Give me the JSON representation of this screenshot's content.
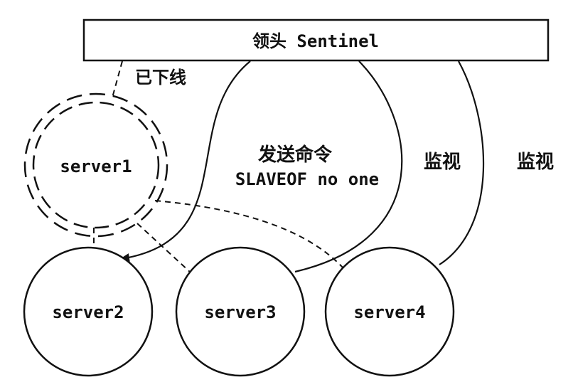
{
  "leader": {
    "label": "领头 Sentinel"
  },
  "servers": {
    "server1": {
      "label": "server1",
      "status_label": "已下线"
    },
    "server2": {
      "label": "server2"
    },
    "server3": {
      "label": "server3"
    },
    "server4": {
      "label": "server4"
    }
  },
  "command": {
    "label": "发送命令",
    "text": "SLAVEOF no one"
  },
  "monitor_labels": [
    "监视",
    "监视"
  ],
  "colors": {
    "stroke": "#111111",
    "background": "#ffffff"
  }
}
